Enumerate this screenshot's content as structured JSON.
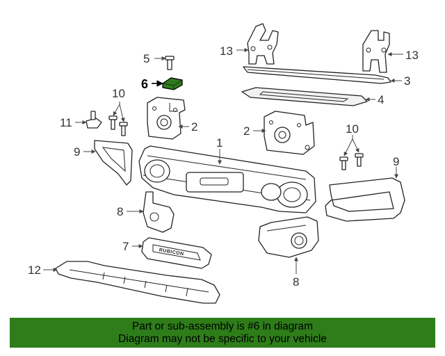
{
  "diagram": {
    "highlight_color": "#000000",
    "badge_text": "RUBICON",
    "callouts": {
      "c1": "1",
      "c2a": "2",
      "c2b": "2",
      "c3": "3",
      "c4": "4",
      "c5": "5",
      "c6": "6",
      "c7": "7",
      "c8a": "8",
      "c8b": "8",
      "c9a": "9",
      "c9b": "9",
      "c10a": "10",
      "c10b": "10",
      "c11": "11",
      "c12": "12",
      "c13a": "13",
      "c13b": "13"
    }
  },
  "banner": {
    "background_color": "#2e7d1a",
    "line1": "Part or sub-assembly is #6 in diagram",
    "line2": "Diagram may not be specific to your vehicle"
  }
}
